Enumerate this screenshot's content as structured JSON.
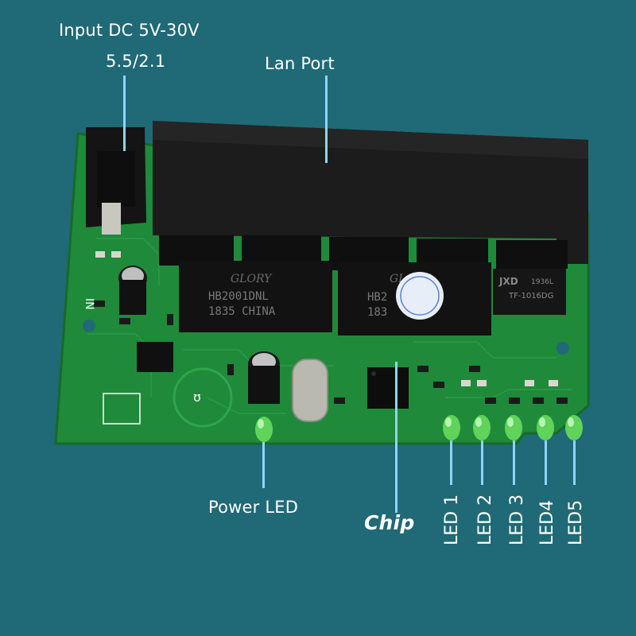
{
  "labels": {
    "input": "Input DC 5V-30V",
    "jack_size": "5.5/2.1",
    "lan_port": "Lan Port",
    "power_led": "Power LED",
    "chip": "Chip",
    "led1": "LED 1",
    "led2": "LED 2",
    "led3": "LED 3",
    "led4": "LED4",
    "led5": "LED5"
  },
  "board": {
    "transformer_brand": "GLORY",
    "transformer_1_model": "HB2001DNL",
    "transformer_1_code": "1835 CHINA",
    "transformer_2_model": "HB2",
    "transformer_2_code": "183",
    "relay_brand": "JXD",
    "relay_model": "TF-1016DG",
    "relay_code": "1936L",
    "in_mark": "IN"
  },
  "colors": {
    "background": "#1f6a76",
    "pcb": "#1f8a3a",
    "connector": "#1b1b1b",
    "led": "#5fd35a",
    "leader": "#8fd3ff"
  }
}
